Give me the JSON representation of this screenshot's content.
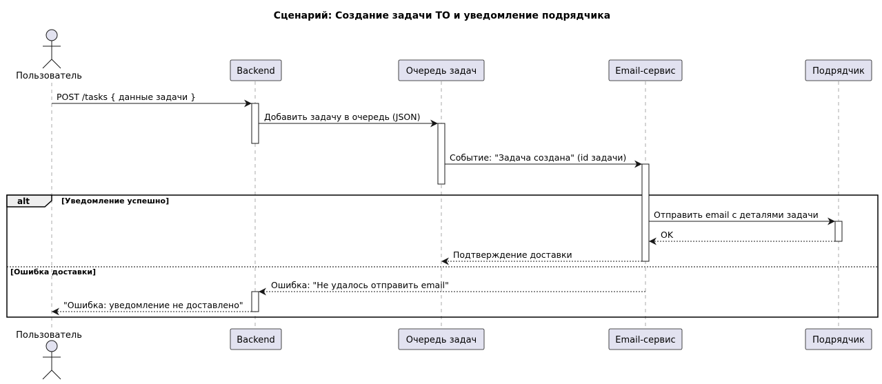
{
  "title": "Сценарий: Создание задачи ТО и уведомление подрядчика",
  "participants": [
    {
      "id": "user",
      "label": "Пользователь",
      "kind": "actor"
    },
    {
      "id": "backend",
      "label": "Backend",
      "kind": "participant"
    },
    {
      "id": "queue",
      "label": "Очередь задач",
      "kind": "participant"
    },
    {
      "id": "email",
      "label": "Email-сервис",
      "kind": "participant"
    },
    {
      "id": "contractor",
      "label": "Подрядчик",
      "kind": "participant"
    }
  ],
  "messages": [
    {
      "from": "user",
      "to": "backend",
      "text": "POST /tasks { данные задачи }",
      "style": "solid"
    },
    {
      "from": "backend",
      "to": "queue",
      "text": "Добавить задачу в очередь (JSON)",
      "style": "solid"
    },
    {
      "from": "queue",
      "to": "email",
      "text": "Событие: \"Задача создана\" (id задачи)",
      "style": "solid"
    },
    {
      "from": "email",
      "to": "contractor",
      "text": "Отправить email с деталями задачи",
      "style": "solid"
    },
    {
      "from": "contractor",
      "to": "email",
      "text": "OK",
      "style": "dashed"
    },
    {
      "from": "email",
      "to": "queue",
      "text": "Подтверждение доставки",
      "style": "dashed"
    },
    {
      "from": "email",
      "to": "backend",
      "text": "Ошибка: \"Не удалось отправить email\"",
      "style": "dashed"
    },
    {
      "from": "backend",
      "to": "user",
      "text": "\"Ошибка: уведомление не доставлено\"",
      "style": "dashed"
    }
  ],
  "fragment": {
    "keyword": "alt",
    "condition": "[Уведомление успешно]",
    "else_condition": "[Ошибка доставки]"
  },
  "colors": {
    "participant_fill": "#e2e2f0",
    "border": "#181818",
    "lifeline": "#a8a8a8",
    "fragment_tab": "#eeeeee"
  }
}
